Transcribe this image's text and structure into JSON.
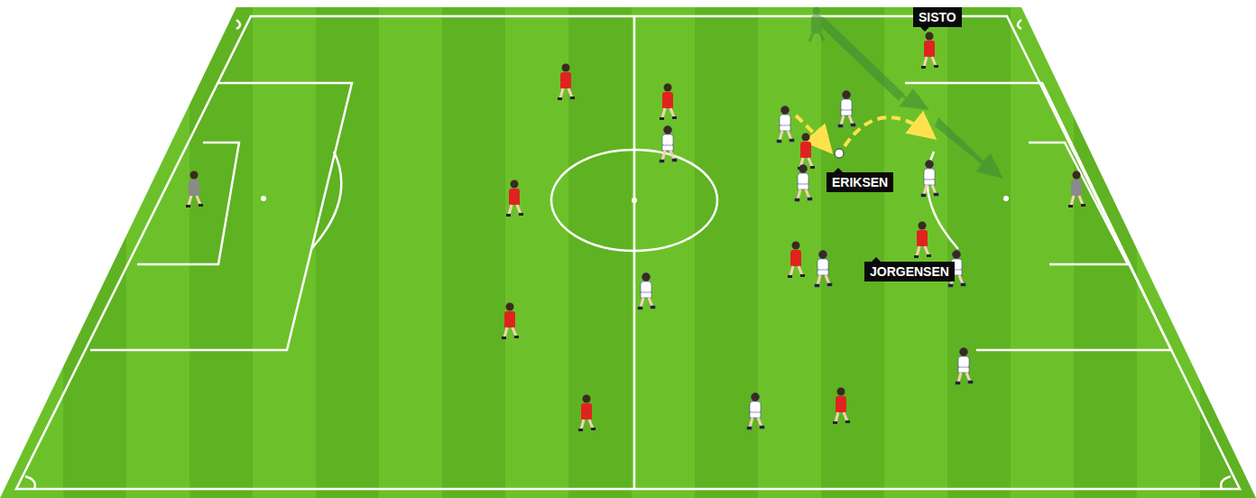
{
  "diagram": {
    "nodes": [
      {
        "text": [
          "SISTO"
        ]
      },
      {
        "text": [
          "ERIKSEN"
        ]
      },
      {
        "text": [
          "JORGENSEN"
        ]
      }
    ]
  }
}
